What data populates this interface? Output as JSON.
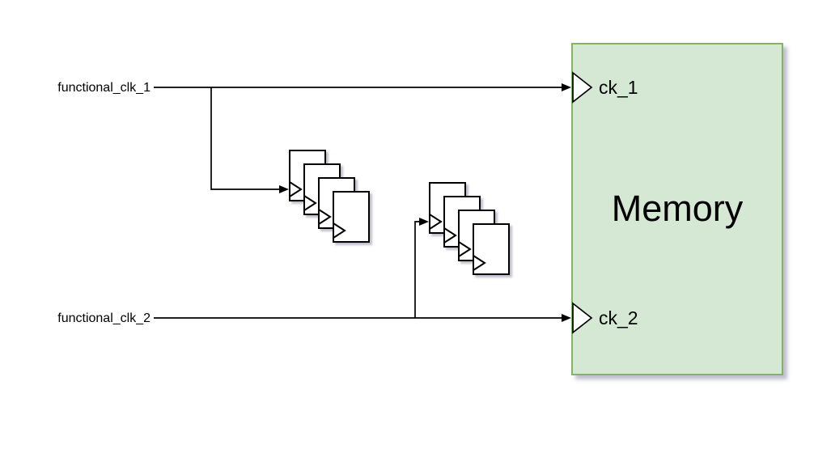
{
  "diagram": {
    "background_color": "#ffffff",
    "wire_color": "#000000",
    "inputs": [
      {
        "label": "functional_clk_1"
      },
      {
        "label": "functional_clk_2"
      }
    ],
    "flipflop_stacks": [
      {
        "id": "synchronizer-stack-clk1",
        "card_count": 4,
        "fill_color": "#ffffff",
        "stroke_color": "#000000"
      },
      {
        "id": "synchronizer-stack-clk2",
        "card_count": 4,
        "fill_color": "#ffffff",
        "stroke_color": "#000000"
      }
    ],
    "memory_block": {
      "title": "Memory",
      "fill_color": "#d5e8d4",
      "border_color": "#82b366",
      "ports": [
        {
          "label": "ck_1"
        },
        {
          "label": "ck_2"
        }
      ]
    }
  }
}
